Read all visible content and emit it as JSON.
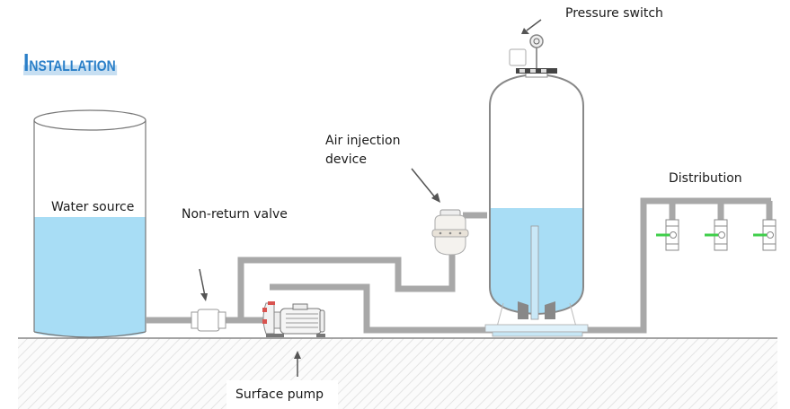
{
  "title": {
    "first_letter": "I",
    "rest": "NSTALLATION"
  },
  "labels": {
    "pressure_switch": "Pressure switch",
    "air_injection_line1": "Air injection",
    "air_injection_line2": "device",
    "distribution": "Distribution",
    "water_source": "Water source",
    "non_return_valve": "Non-return valve",
    "surface_pump": "Surface pump"
  },
  "colors": {
    "title_blue": "#2a7fc8",
    "water_blue": "#a8ddf5",
    "pipe_gray": "#a8a8a8",
    "valve_handle_green": "#3fcf4a",
    "pump_accent_red": "#d9534f"
  },
  "distribution_valves": [
    {
      "name": "valve-1"
    },
    {
      "name": "valve-2"
    },
    {
      "name": "valve-3"
    }
  ]
}
